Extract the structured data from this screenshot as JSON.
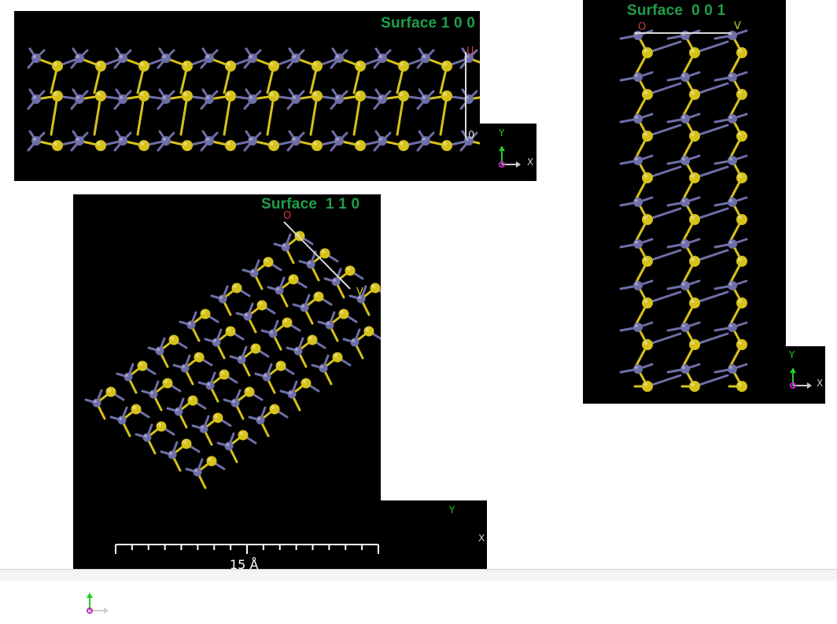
{
  "panels": {
    "p100": {
      "title": "Surface 1 0 0",
      "cell_origin": "0",
      "cell_axis": "U"
    },
    "p001": {
      "title": "Surface  0 0 1",
      "cell_origin": "O",
      "cell_axis": "V"
    },
    "p110": {
      "title": "Surface  1 1 0",
      "cell_origin": "O",
      "cell_axis": "V"
    }
  },
  "axes_labels": {
    "x": "X",
    "y": "Y"
  },
  "scale_bar": {
    "label": "15 Å",
    "ticks": 16
  },
  "colors": {
    "background": "#000000",
    "title_green": "#1f9f4a",
    "sulfur_atom": "#d6c21a",
    "metal_atom": "#6e6ea8",
    "cell_edge": "#d8d8d8",
    "axis_x": "#cccccc",
    "axis_y": "#22cc22",
    "axis_origin": "#cc22cc",
    "label_red": "#d23a3a"
  }
}
